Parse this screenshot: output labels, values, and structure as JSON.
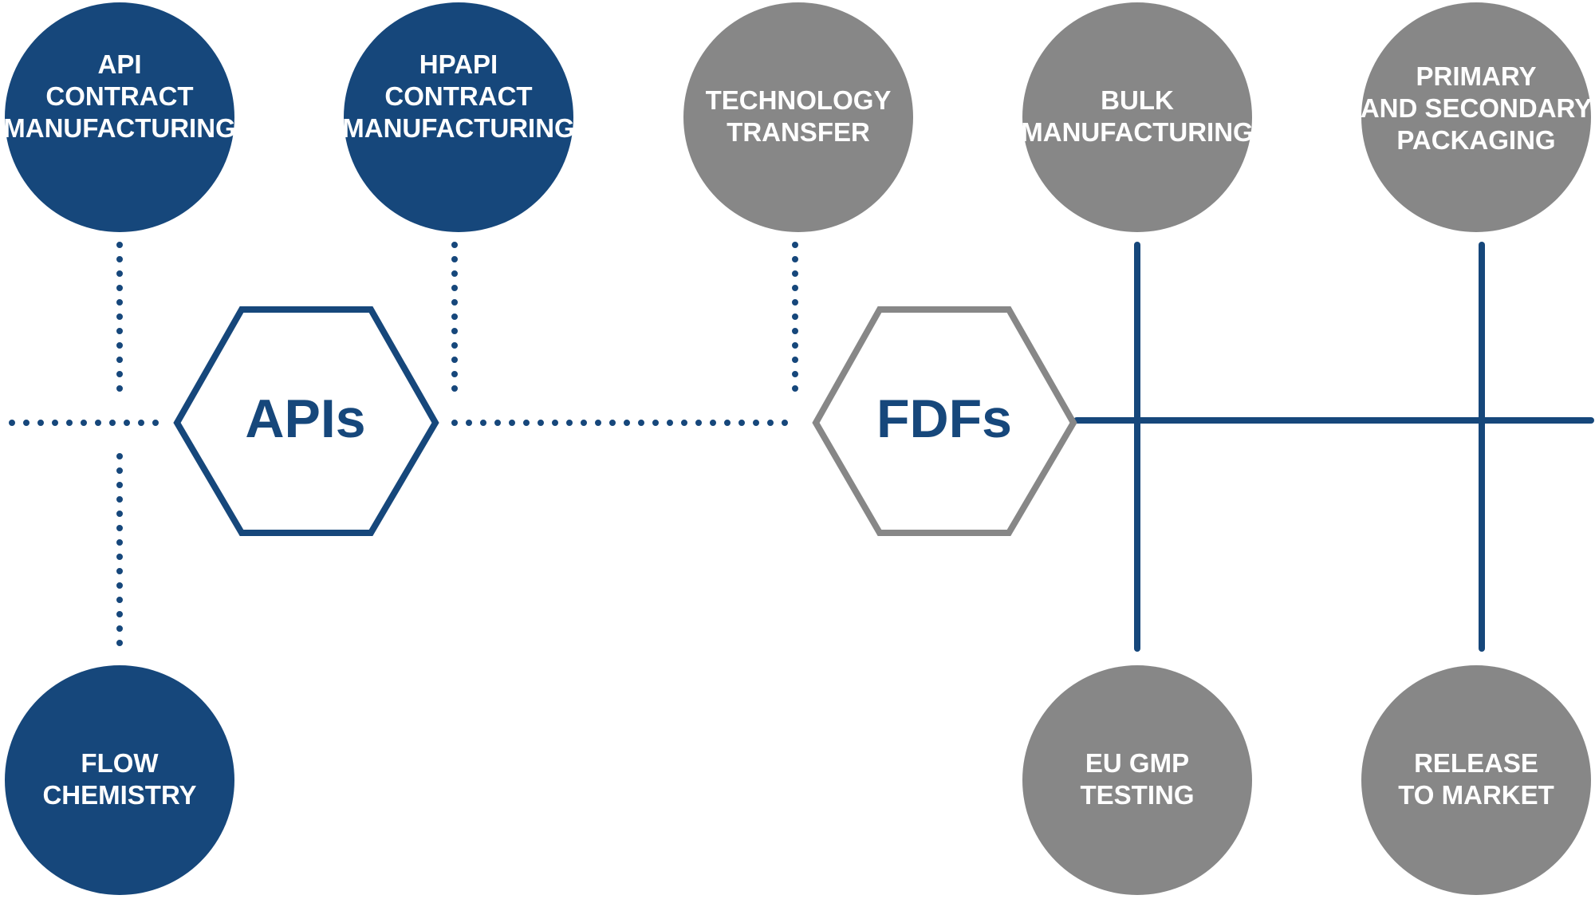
{
  "colors": {
    "primary_blue": "#16477b",
    "neutral_gray": "#878787",
    "background": "#ffffff"
  },
  "hexagons": {
    "apis": {
      "label": "APIs"
    },
    "fdfs": {
      "label": "FDFs"
    }
  },
  "nodes": {
    "api_contract_manufacturing": {
      "lines": [
        "API",
        "CONTRACT",
        "MANUFACTURING"
      ]
    },
    "hpapi_contract_manufacturing": {
      "lines": [
        "HPAPI",
        "CONTRACT",
        "MANUFACTURING"
      ]
    },
    "technology_transfer": {
      "lines": [
        "TECHNOLOGY",
        "TRANSFER"
      ]
    },
    "bulk_manufacturing": {
      "lines": [
        "BULK",
        "MANUFACTURING"
      ]
    },
    "primary_secondary_packaging": {
      "lines": [
        "PRIMARY",
        "AND SECONDARY",
        "PACKAGING"
      ]
    },
    "flow_chemistry": {
      "lines": [
        "FLOW",
        "CHEMISTRY"
      ]
    },
    "eu_gmp_testing": {
      "lines": [
        "EU GMP",
        "TESTING"
      ]
    },
    "release_to_market": {
      "lines": [
        "RELEASE",
        "TO MARKET"
      ]
    }
  }
}
